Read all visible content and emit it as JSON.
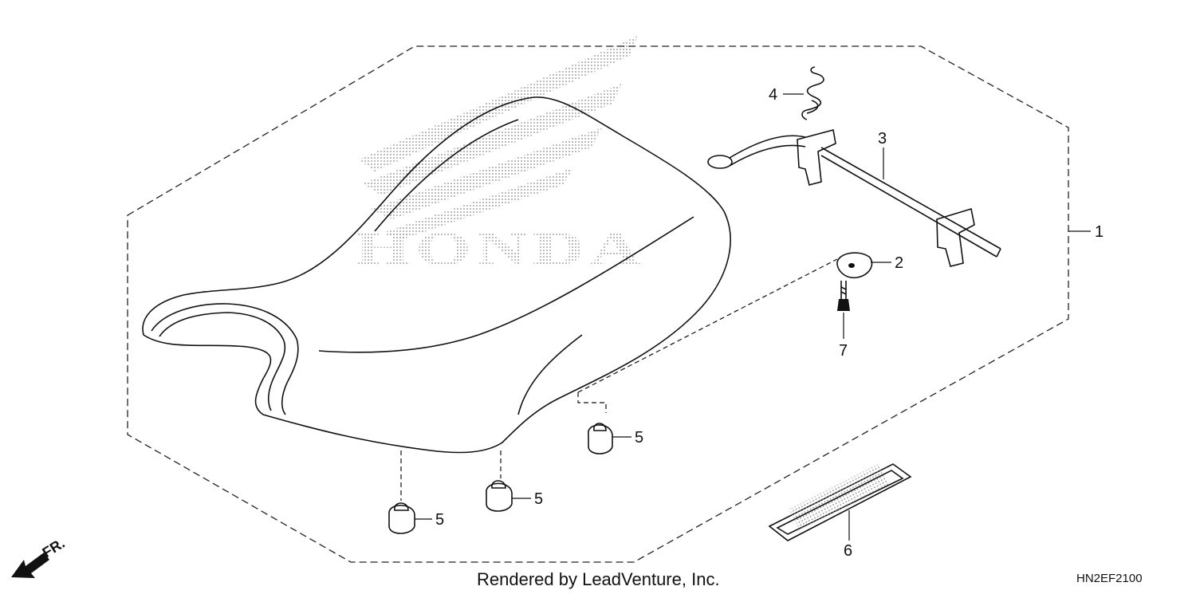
{
  "logo": {
    "wordmark": "HONDA",
    "icon": "honda-wing-icon"
  },
  "callouts": {
    "c1": "1",
    "c2": "2",
    "c3": "3",
    "c4": "4",
    "c5a": "5",
    "c5b": "5",
    "c5c": "5",
    "c6": "6",
    "c7": "7"
  },
  "direction": {
    "label": "FR.",
    "icon": "front-direction-arrow-icon"
  },
  "footer": {
    "credit": "Rendered by LeadVenture, Inc.",
    "diagram_code": "HN2EF2100"
  }
}
